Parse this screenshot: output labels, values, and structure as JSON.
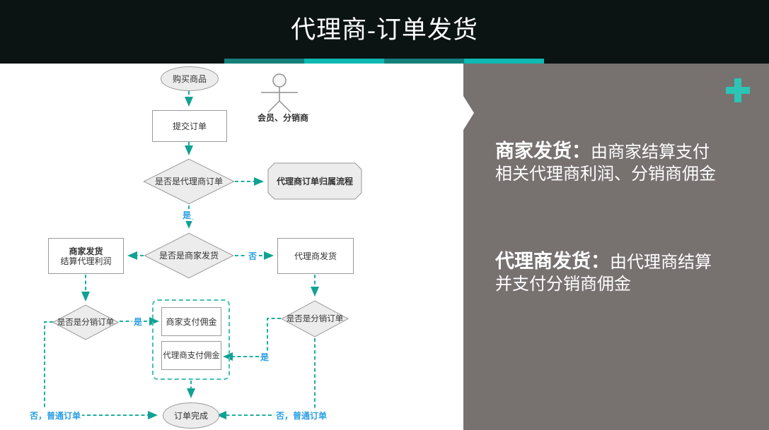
{
  "slide": {
    "title": "代理商-订单发货"
  },
  "colors": {
    "header_background": "#0c1313",
    "accent_teal_dark": "#15807a",
    "accent_teal_bright": "#0db9b1",
    "panel_gray": "#777170",
    "plus_icon_teal": "#2cc4b4",
    "connector_teal": "#1bb0a0",
    "edge_label_blue": "#2b9fe3",
    "node_fill_gray": "#ececec",
    "node_border": "#9a9a9a"
  },
  "actor": {
    "label": "会员、分销商"
  },
  "flowchart": {
    "nodes": {
      "start": "购买商品",
      "submit_order": "提交订单",
      "is_agent_order": "是否是代理商订单",
      "agent_order_process": "代理商订单归属流程",
      "is_merchant_ship": "是否是商家发货",
      "merchant_ship_line1": "商家发货",
      "merchant_ship_line2": "结算代理利润",
      "agent_ship": "代理商发货",
      "is_distribution_left": "是否是分销订单",
      "is_distribution_right": "是否是分销订单",
      "merchant_pay": "商家支付佣金",
      "agent_pay": "代理商支付佣金",
      "end": "订单完成"
    },
    "edge_labels": {
      "yes1": "是",
      "no1": "否",
      "yes2": "是",
      "yes3": "是",
      "ordinary_left": "否，普通订单",
      "ordinary_right": "否，普通订单"
    }
  },
  "panel": {
    "block1_lead": "商家发货：",
    "block1_text": "由商家结算支付相关代理商利润、分销商佣金",
    "block2_lead": "代理商发货：",
    "block2_text": "由代理商结算并支付分销商佣金"
  }
}
